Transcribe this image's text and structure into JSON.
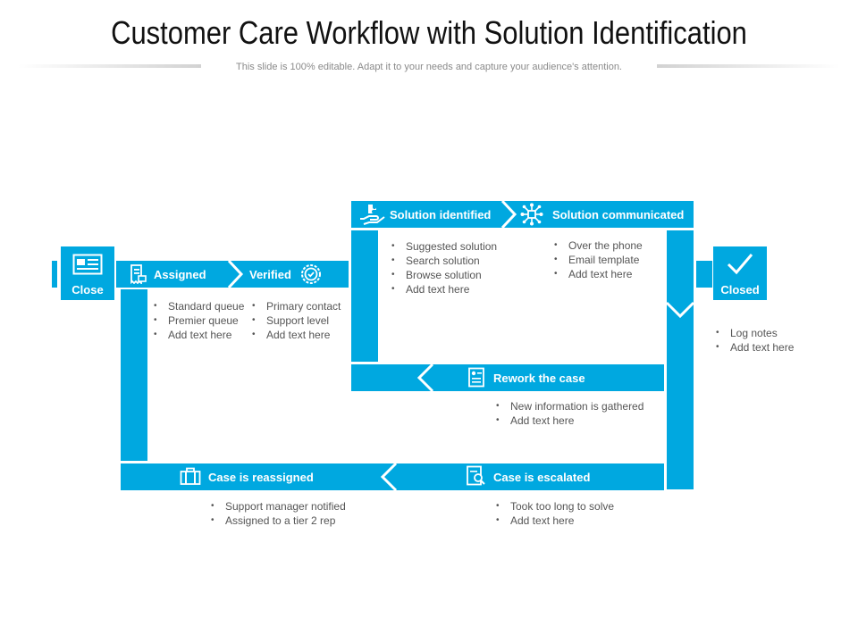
{
  "title": "Customer Care Workflow with Solution Identification",
  "subtitle": "This slide is 100% editable. Adapt it to your needs and capture your audience's attention.",
  "accent": "#00a8e0",
  "nodes": {
    "close": "Close",
    "assigned": "Assigned",
    "verified": "Verified",
    "solution_identified": "Solution identified",
    "solution_communicated": "Solution communicated",
    "closed": "Closed",
    "rework": "Rework the case",
    "reassigned": "Case is reassigned",
    "escalated": "Case is escalated"
  },
  "bullets": {
    "assigned": [
      "Standard queue",
      "Premier queue",
      "Add text here"
    ],
    "verified": [
      "Primary contact",
      "Support level",
      "Add text here"
    ],
    "solution_identified": [
      "Suggested solution",
      "Search solution",
      "Browse solution",
      "Add text here"
    ],
    "solution_communicated": [
      "Over the phone",
      "Email template",
      "Add text here"
    ],
    "closed": [
      "Log notes",
      "Add text here"
    ],
    "rework": [
      "New information is gathered",
      "Add text here"
    ],
    "reassigned": [
      "Support manager notified",
      "Assigned to a tier 2 rep"
    ],
    "escalated": [
      "Took too long to solve",
      "Add text here"
    ]
  }
}
